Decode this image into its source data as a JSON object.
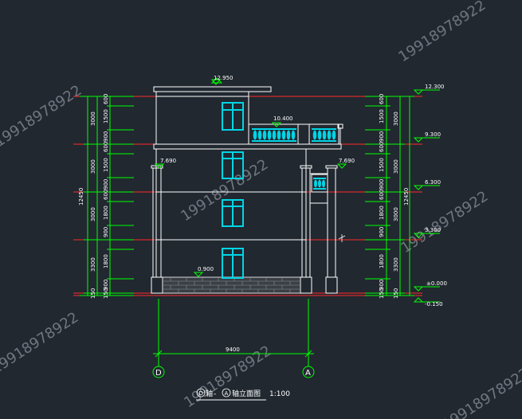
{
  "drawing": {
    "title_from": "D",
    "title_to": "A",
    "title_axis_word": "轴",
    "title_sep": "-",
    "title_suffix": "轴立面图",
    "scale": "1:100",
    "overall_width": "9400",
    "axis_left": "D",
    "axis_right": "A",
    "total_height": "12450"
  },
  "levels": {
    "roof_parapet": "12.950",
    "roof": "12.300",
    "terrace": "10.400",
    "third": "9.300",
    "canopy_left": "7.690",
    "canopy_right": "7.690",
    "second": "6.300",
    "first": "3.300",
    "sill": "0.900",
    "ground": "±0.000",
    "outdoor": "-0.150"
  },
  "dims_outer": [
    "3000",
    "3000",
    "3000",
    "3300",
    "150"
  ],
  "dims_inner": [
    "600",
    "1500",
    "900",
    "600",
    "1500",
    "900",
    "600",
    "1800",
    "900",
    "1800",
    "900",
    "150"
  ],
  "watermarks": [
    "19918978922",
    "19918978922",
    "19918978922",
    "19918978922",
    "19918978922",
    "19918978922",
    "19918978922"
  ],
  "colors": {
    "background": "#212830",
    "lines": "#ffffff",
    "window": "#00d5e6",
    "level_line": "#ff2a2a",
    "dimension": "#00ff00",
    "watermark": "#8a919a"
  }
}
